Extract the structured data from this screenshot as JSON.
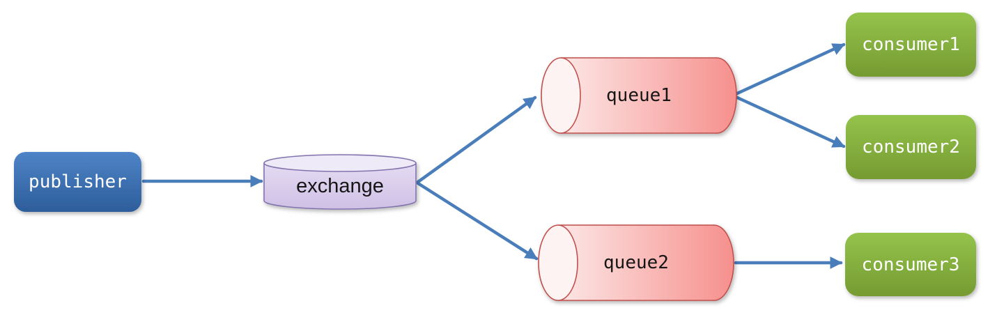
{
  "diagram_type": "message-broker-flow",
  "nodes": {
    "publisher": {
      "label": "publisher",
      "shape": "rounded-rect",
      "fill": "#3f76b8",
      "text_color": "#ffffff"
    },
    "exchange": {
      "label": "exchange",
      "shape": "cylinder-vertical",
      "fill": "#dcd2ee",
      "stroke": "#8273ae",
      "text_color": "#151515"
    },
    "queue1": {
      "label": "queue1",
      "shape": "cylinder-horizontal",
      "fill": "#f6908d",
      "stroke": "#c0504d",
      "text_color": "#151515"
    },
    "queue2": {
      "label": "queue2",
      "shape": "cylinder-horizontal",
      "fill": "#f6908d",
      "stroke": "#c0504d",
      "text_color": "#151515"
    },
    "consumer1": {
      "label": "consumer1",
      "shape": "rounded-rect",
      "fill": "#85b23f",
      "text_color": "#ffffff"
    },
    "consumer2": {
      "label": "consumer2",
      "shape": "rounded-rect",
      "fill": "#85b23f",
      "text_color": "#ffffff"
    },
    "consumer3": {
      "label": "consumer3",
      "shape": "rounded-rect",
      "fill": "#85b23f",
      "text_color": "#ffffff"
    }
  },
  "edges": [
    {
      "from": "publisher",
      "to": "exchange"
    },
    {
      "from": "exchange",
      "to": "queue1"
    },
    {
      "from": "exchange",
      "to": "queue2"
    },
    {
      "from": "queue1",
      "to": "consumer1"
    },
    {
      "from": "queue1",
      "to": "consumer2"
    },
    {
      "from": "queue2",
      "to": "consumer3"
    }
  ],
  "colors": {
    "background": "#ffffff",
    "arrow": "#4a7ebb",
    "publisher_gradient_top": "#4e84c7",
    "publisher_gradient_bottom": "#2d5d9b",
    "consumer_gradient_top": "#94c34c",
    "consumer_gradient_bottom": "#759b31",
    "exchange_body_top": "#e8e0f5",
    "exchange_body_bottom": "#cfc0e5",
    "exchange_lid": "#efeaf8",
    "queue_gradient_left": "#fdf1f0",
    "queue_gradient_right": "#f6908d"
  }
}
